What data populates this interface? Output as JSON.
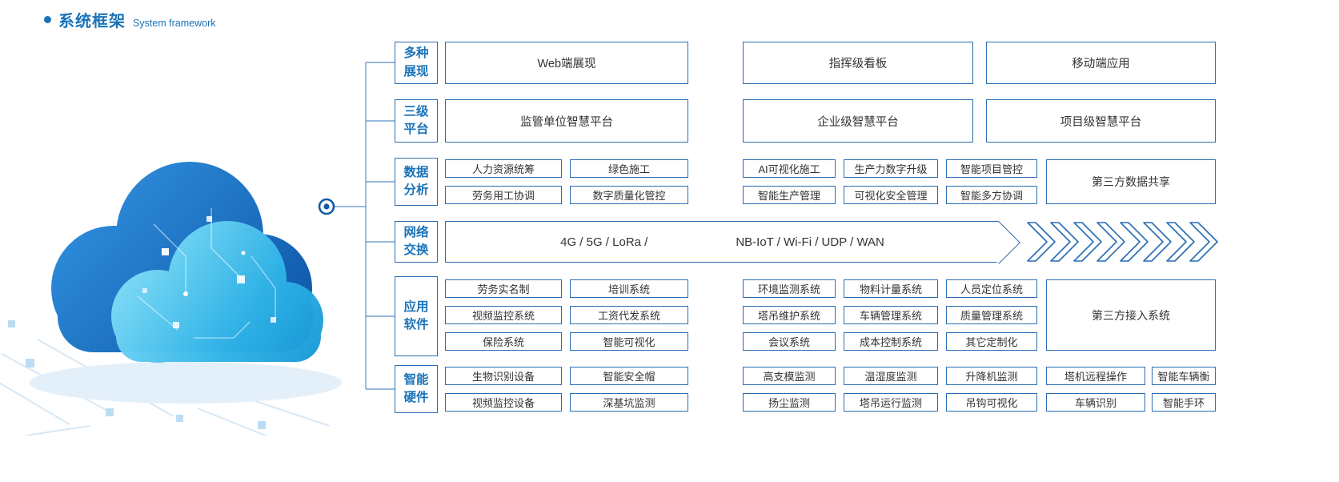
{
  "title": {
    "zh": "系统框架",
    "en": "System framework"
  },
  "colors": {
    "accent": "#1a73b8",
    "box_border": "#2a6db5",
    "cloud_dark": "#0a55a8",
    "cloud_light": "#7fdcf8"
  },
  "rows": {
    "display": {
      "label": "多种\n展现",
      "boxes": [
        "Web端展现",
        "指挥级看板",
        "移动端应用"
      ]
    },
    "platform": {
      "label": "三级\n平台",
      "boxes": [
        "监管单位智慧平台",
        "企业级智慧平台",
        "项目级智慧平台"
      ]
    },
    "data_analysis": {
      "label": "数据\n分析",
      "cells": [
        [
          "人力资源统筹",
          "绿色施工",
          "AI可视化施工",
          "生产力数字升级",
          "智能项目管控"
        ],
        [
          "劳务用工协调",
          "数字质量化管控",
          "智能生产管理",
          "可视化安全管理",
          "智能多方协调"
        ]
      ],
      "side": "第三方数据共享"
    },
    "network": {
      "label": "网络\n交换",
      "left": "4G / 5G / LoRa /",
      "right": "NB-IoT / Wi-Fi / UDP / WAN"
    },
    "software": {
      "label": "应用\n软件",
      "cells": [
        [
          "劳务实名制",
          "培训系统",
          "环境监测系统",
          "物料计量系统",
          "人员定位系统"
        ],
        [
          "视频监控系统",
          "工资代发系统",
          "塔吊维护系统",
          "车辆管理系统",
          "质量管理系统"
        ],
        [
          "保险系统",
          "智能可视化",
          "会议系统",
          "成本控制系统",
          "其它定制化"
        ]
      ],
      "side": "第三方接入系统"
    },
    "hardware": {
      "label": "智能\n硬件",
      "cells": [
        [
          "生物识别设备",
          "智能安全帽",
          "高支模监测",
          "温湿度监测",
          "升降机监测",
          "塔机远程操作",
          "智能车辆衡"
        ],
        [
          "视频监控设备",
          "深基坑监测",
          "扬尘监测",
          "塔吊运行监测",
          "吊钩可视化",
          "车辆识别",
          "智能手环"
        ]
      ]
    }
  }
}
